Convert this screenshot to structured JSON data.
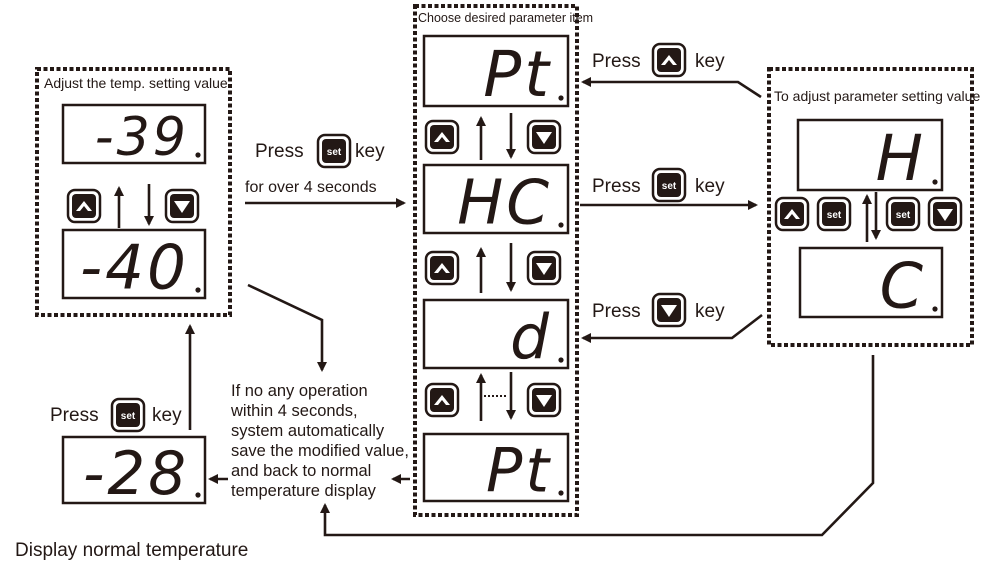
{
  "left_panel": {
    "title": "Adjust the temp. setting value",
    "display_top": "-39",
    "display_bottom": "-40"
  },
  "normal_display": {
    "press_label": "Press",
    "key_label": "key",
    "value": "-28",
    "caption": "Display normal temperature"
  },
  "enter_menu": {
    "press_label": "Press",
    "key_label": "key",
    "condition": "for over 4 seconds"
  },
  "middle_panel": {
    "title": "Choose desired parameter item",
    "displays": [
      "Pt",
      "HC",
      "d",
      "Pt"
    ]
  },
  "right_panel": {
    "title": "To adjust parameter  setting value",
    "display_top": "H",
    "display_bottom": "C"
  },
  "transitions": {
    "up_return": {
      "press_label": "Press",
      "key_label": "key"
    },
    "set_enter": {
      "press_label": "Press",
      "key_label": "key"
    },
    "down_return": {
      "press_label": "Press",
      "key_label": "key"
    }
  },
  "timeout_note": [
    "If no any operation",
    "within 4 seconds,",
    "system automatically",
    "save the modified value,",
    "and back to normal",
    "temperature display"
  ],
  "keys": {
    "set": "set",
    "up_icon": "up-arrow-key",
    "down_icon": "down-arrow-key"
  },
  "colors": {
    "ink": "#231815",
    "background": "#ffffff"
  }
}
